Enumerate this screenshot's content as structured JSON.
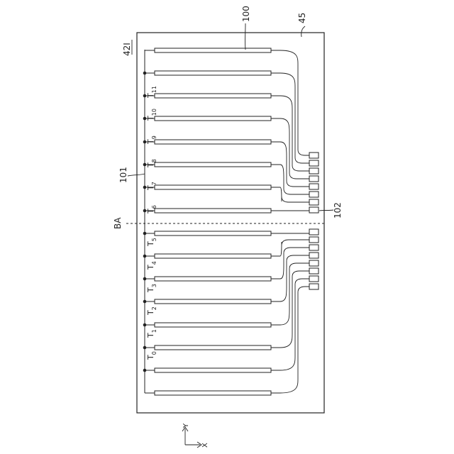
{
  "labels": {
    "electrode_ref": "100",
    "substrate_ref": "45",
    "figure_id": "42I",
    "wire_ref": "101",
    "boundary_ref": "BA",
    "terminal_ref": "102",
    "axis_y": "Y",
    "axis_x": "X"
  },
  "terminals": [
    {
      "base": "T",
      "sub": "0"
    },
    {
      "base": "T",
      "sub": "1"
    },
    {
      "base": "T",
      "sub": "2"
    },
    {
      "base": "T",
      "sub": "3"
    },
    {
      "base": "T",
      "sub": "4"
    },
    {
      "base": "T",
      "sub": "5"
    },
    {
      "base": "T",
      "sub": "6"
    },
    {
      "base": "T",
      "sub": "7"
    },
    {
      "base": "T",
      "sub": "8"
    },
    {
      "base": "T",
      "sub": "9"
    },
    {
      "base": "T",
      "sub": "10"
    },
    {
      "base": "T",
      "sub": "11"
    }
  ],
  "colors": {
    "line": "#222222",
    "background": "#ffffff"
  }
}
